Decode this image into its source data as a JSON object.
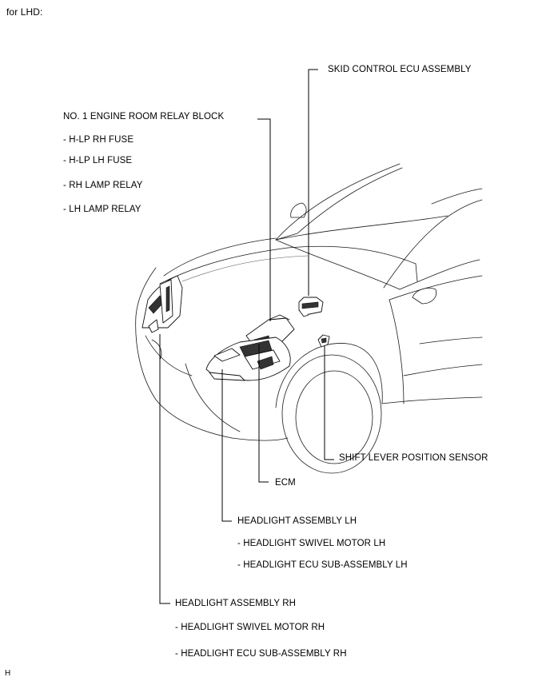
{
  "header": {
    "title": "for LHD:"
  },
  "labels": {
    "skid_control_ecu": "SKID CONTROL ECU ASSEMBLY",
    "relay_block": "NO. 1 ENGINE ROOM RELAY BLOCK",
    "hlp_rh_fuse": "- H-LP RH FUSE",
    "hlp_lh_fuse": "- H-LP LH FUSE",
    "rh_lamp_relay": "- RH LAMP RELAY",
    "lh_lamp_relay": "- LH LAMP RELAY",
    "shift_lever_sensor": "SHIFT LEVER POSITION SENSOR",
    "ecm": "ECM",
    "headlight_lh": "HEADLIGHT ASSEMBLY LH",
    "swivel_motor_lh": "- HEADLIGHT SWIVEL MOTOR LH",
    "ecu_sub_lh": "- HEADLIGHT ECU SUB-ASSEMBLY LH",
    "headlight_rh": "HEADLIGHT ASSEMBLY RH",
    "swivel_motor_rh": "- HEADLIGHT SWIVEL MOTOR RH",
    "ecu_sub_rh": "- HEADLIGHT ECU SUB-ASSEMBLY RH"
  },
  "footer": {
    "code": "H"
  }
}
